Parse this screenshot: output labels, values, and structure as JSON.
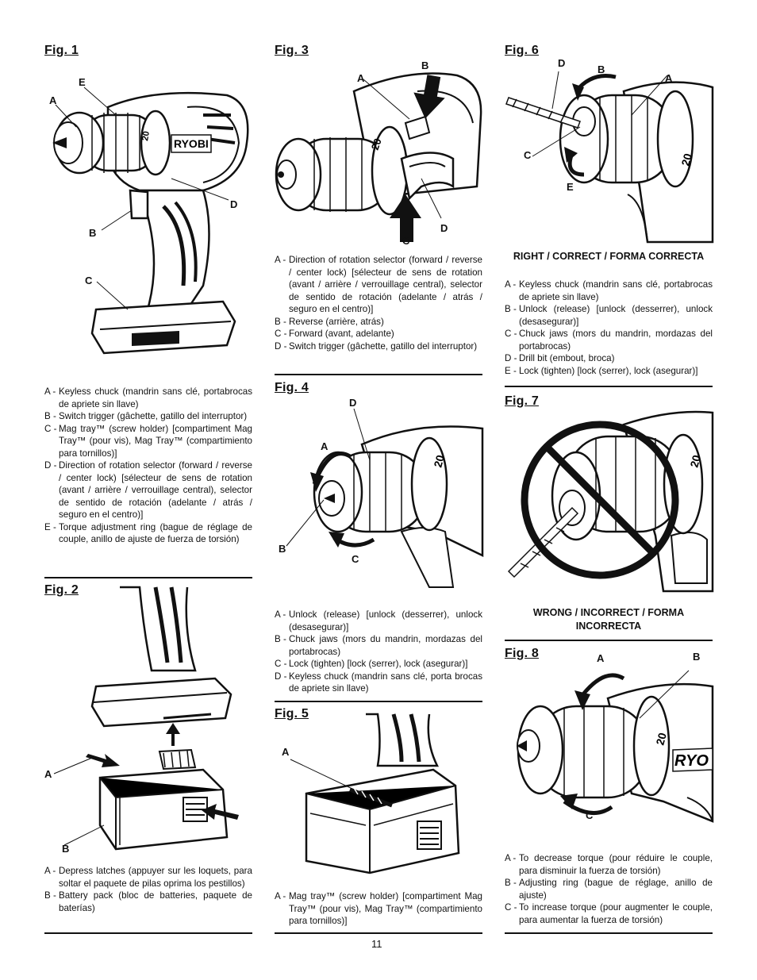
{
  "page_number": "11",
  "fig1": {
    "title": "Fig. 1",
    "callouts": {
      "A": "A",
      "B": "B",
      "C": "C",
      "D": "D",
      "E": "E"
    },
    "brand": "RYOBI",
    "legend": [
      {
        "key": "A -",
        "text": "Keyless chuck (mandrin sans clé, portabrocas de apriete sin llave)"
      },
      {
        "key": "B -",
        "text": "Switch trigger (gâchette, gatillo del interruptor)"
      },
      {
        "key": "C -",
        "text": "Mag tray™ (screw holder) [compartiment Mag Tray™ (pour vis), Mag Tray™ (compartimiento para tornillos)]"
      },
      {
        "key": "D -",
        "text": "Direction of rotation selector (forward / reverse / center lock) [sélecteur de sens de rotation (avant / arrière / verrouillage central), selector de sentido de rotación (adelante / atrás / seguro en el centro)]"
      },
      {
        "key": "E -",
        "text": "Torque adjustment ring (bague de réglage de couple, anillo de ajuste de fuerza de torsión)"
      }
    ]
  },
  "fig2": {
    "title": "Fig. 2",
    "callouts": {
      "A": "A",
      "B": "B"
    },
    "legend": [
      {
        "key": "A -",
        "text": "Depress latches (appuyer sur les loquets, para soltar el paquete de pilas oprima los pestillos)"
      },
      {
        "key": "B -",
        "text": "Battery pack (bloc de batteries, paquete de baterías)"
      }
    ]
  },
  "fig3": {
    "title": "Fig. 3",
    "callouts": {
      "A": "A",
      "B": "B",
      "C": "C",
      "D": "D"
    },
    "legend": [
      {
        "key": "A -",
        "text": "Direction of rotation selector (forward / reverse / center lock) [sélecteur de sens de rotation (avant / arrière / verrouillage central), selector de sentido de rotación (adelante / atrás / seguro en el centro)]"
      },
      {
        "key": "B -",
        "text": "Reverse (arrière, atrás)"
      },
      {
        "key": "C -",
        "text": "Forward (avant, adelante)"
      },
      {
        "key": "D -",
        "text": "Switch trigger (gâchette, gatillo del interruptor)"
      }
    ]
  },
  "fig4": {
    "title": "Fig. 4",
    "callouts": {
      "A": "A",
      "B": "B",
      "C": "C",
      "D": "D"
    },
    "legend": [
      {
        "key": "A -",
        "text": "Unlock (release) [unlock (desserrer), unlock (desasegurar)]"
      },
      {
        "key": "B -",
        "text": "Chuck jaws (mors du mandrin, mordazas del portabrocas)"
      },
      {
        "key": "C -",
        "text": "Lock (tighten) [lock (serrer), lock (asegurar)]"
      },
      {
        "key": "D -",
        "text": "Keyless chuck (mandrin sans clé, porta brocas de apriete sin llave)"
      }
    ]
  },
  "fig5": {
    "title": "Fig. 5",
    "callouts": {
      "A": "A"
    },
    "legend": [
      {
        "key": "A -",
        "text": "Mag tray™ (screw holder) [compartiment Mag Tray™ (pour vis), Mag Tray™ (compartimiento para tornillos)]"
      }
    ]
  },
  "fig6": {
    "title": "Fig. 6",
    "callouts": {
      "A": "A",
      "B": "B",
      "C": "C",
      "D": "D",
      "E": "E"
    },
    "caption": "RIGHT / CORRECT / FORMA CORRECTA",
    "legend": [
      {
        "key": "A -",
        "text": "Keyless chuck (mandrin sans clé, portabrocas de apriete sin  llave)"
      },
      {
        "key": "B -",
        "text": "Unlock (release) [unlock (desserrer), unlock (desasegurar)]"
      },
      {
        "key": "C -",
        "text": "Chuck jaws (mors du mandrin, mordazas del portabrocas)"
      },
      {
        "key": "D -",
        "text": "Drill bit (embout, broca)"
      },
      {
        "key": "E -",
        "text": "Lock (tighten) [lock (serrer), lock (asegurar)]"
      }
    ]
  },
  "fig7": {
    "title": "Fig. 7",
    "caption_line1": "WRONG / INCORRECT / FORMA",
    "caption_line2": "INCORRECTA"
  },
  "fig8": {
    "title": "Fig. 8",
    "callouts": {
      "A": "A",
      "B": "B",
      "C": "C"
    },
    "brand": "RYO",
    "legend": [
      {
        "key": "A -",
        "text": "To decrease torque (pour réduire le couple, para disminuir la fuerza de torsión)"
      },
      {
        "key": "B -",
        "text": "Adjusting ring (bague de réglage, anillo de ajuste)"
      },
      {
        "key": "C -",
        "text": "To increase torque (pour augmenter le couple, para aumentar la fuerza de torsión)"
      }
    ]
  }
}
